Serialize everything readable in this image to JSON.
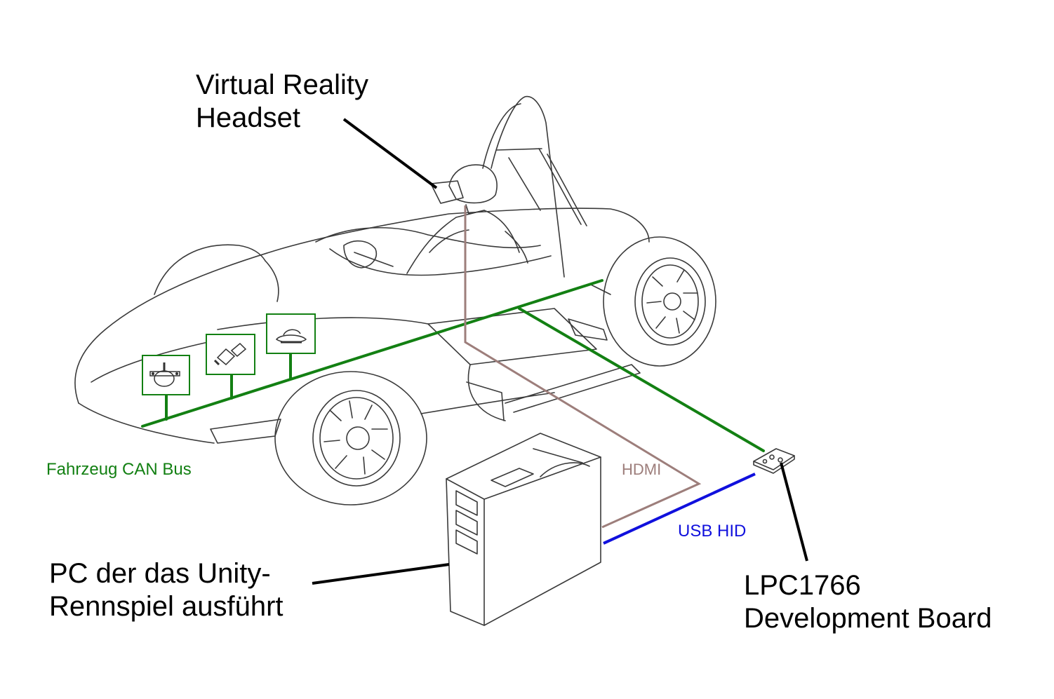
{
  "labels": {
    "vr_headset": [
      "Virtual Reality",
      "Headset"
    ],
    "pc": [
      "PC der das Unity-",
      "Rennspiel ausführt"
    ],
    "board": [
      "LPC1766",
      "Development Board"
    ],
    "can_bus": "Fahrzeug CAN Bus",
    "hdmi": "HDMI",
    "usb_hid": "USB HID"
  },
  "colors": {
    "can_bus": "#138013",
    "hdmi": "#9d7e7b",
    "usb_hid": "#1010dd",
    "leader": "#000000",
    "sketch": "#3a3a3a"
  },
  "icons": [
    "steering-angle-sensor-icon",
    "pressure-sensor-icon",
    "pedal-sensor-icon"
  ]
}
